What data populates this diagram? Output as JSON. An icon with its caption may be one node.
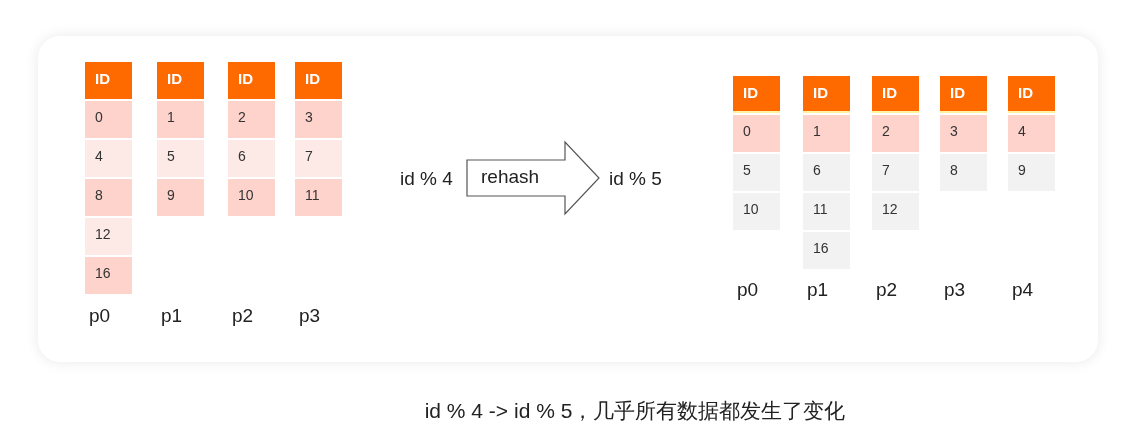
{
  "diagram": {
    "caption": "id % 4 -> id % 5，几乎所有数据都发生了变化",
    "nodes": [
      {
        "text": [
          "id % 4"
        ]
      },
      {
        "text": [
          "id % 5"
        ]
      }
    ],
    "edges": [
      {
        "from": 0,
        "to": 1,
        "arrow": "to",
        "label": "rehash"
      }
    ],
    "labels": [
      "ID",
      "0",
      "4",
      "8",
      "12",
      "16",
      "p0",
      "ID",
      "1",
      "5",
      "9",
      "p1",
      "ID",
      "2",
      "6",
      "10",
      "p2",
      "ID",
      "3",
      "7",
      "11",
      "p3",
      "ID",
      "0",
      "5",
      "10",
      "p0",
      "ID",
      "1",
      "6",
      "11",
      "16",
      "p1",
      "ID",
      "2",
      "7",
      "12",
      "p2",
      "ID",
      "3",
      "8",
      "p3",
      "ID",
      "4",
      "9",
      "p4"
    ]
  }
}
